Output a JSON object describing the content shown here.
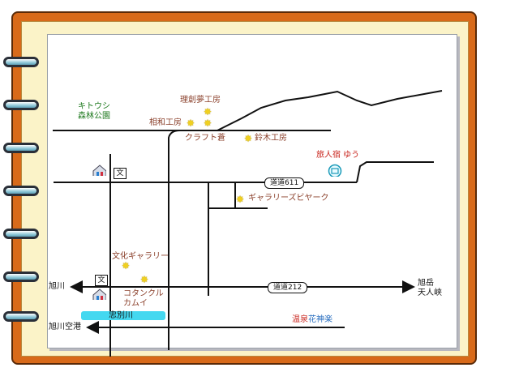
{
  "map": {
    "places": {
      "kitoushi_line1": "キトウシ",
      "kitoushi_line2": "森林公園",
      "rishinmu": "理創夢工房",
      "souwa": "相和工房",
      "craft": "クラフト蒼",
      "suzuki": "鈴木工房",
      "ryokan": "旅人宿 ゆう",
      "gallery_bia": "ギャラリーズビヤーク",
      "bunka_gallery": "文化ギャラリー",
      "kotan_line1": "コタンクル",
      "kotan_line2": "カムイ",
      "asahikawa": "旭川",
      "asahidake_line1": "旭岳",
      "asahidake_line2": "天人峡",
      "airport": "旭川空港",
      "river": "忠別川",
      "onsen": "温泉",
      "hanakagura": "花神楽"
    },
    "roads": {
      "road611": "道道611",
      "road212": "道道212"
    },
    "school_glyph": "文",
    "icons": {
      "spiral_ring": "notebook-ring-icon",
      "star": "gallery-star-icon",
      "school": "school-icon",
      "ryokan": "ryokan-icon",
      "hut": "house-icon"
    },
    "star_glyph": "✸",
    "colors": {
      "notebook": "#d86a1a",
      "paper": "#fbf3c8",
      "river": "#44d8f0",
      "road": "#111111",
      "label_green": "#1f7a1f",
      "label_brown": "#8a3f2a",
      "label_red": "#c8241c",
      "star": "#f0d020"
    }
  }
}
